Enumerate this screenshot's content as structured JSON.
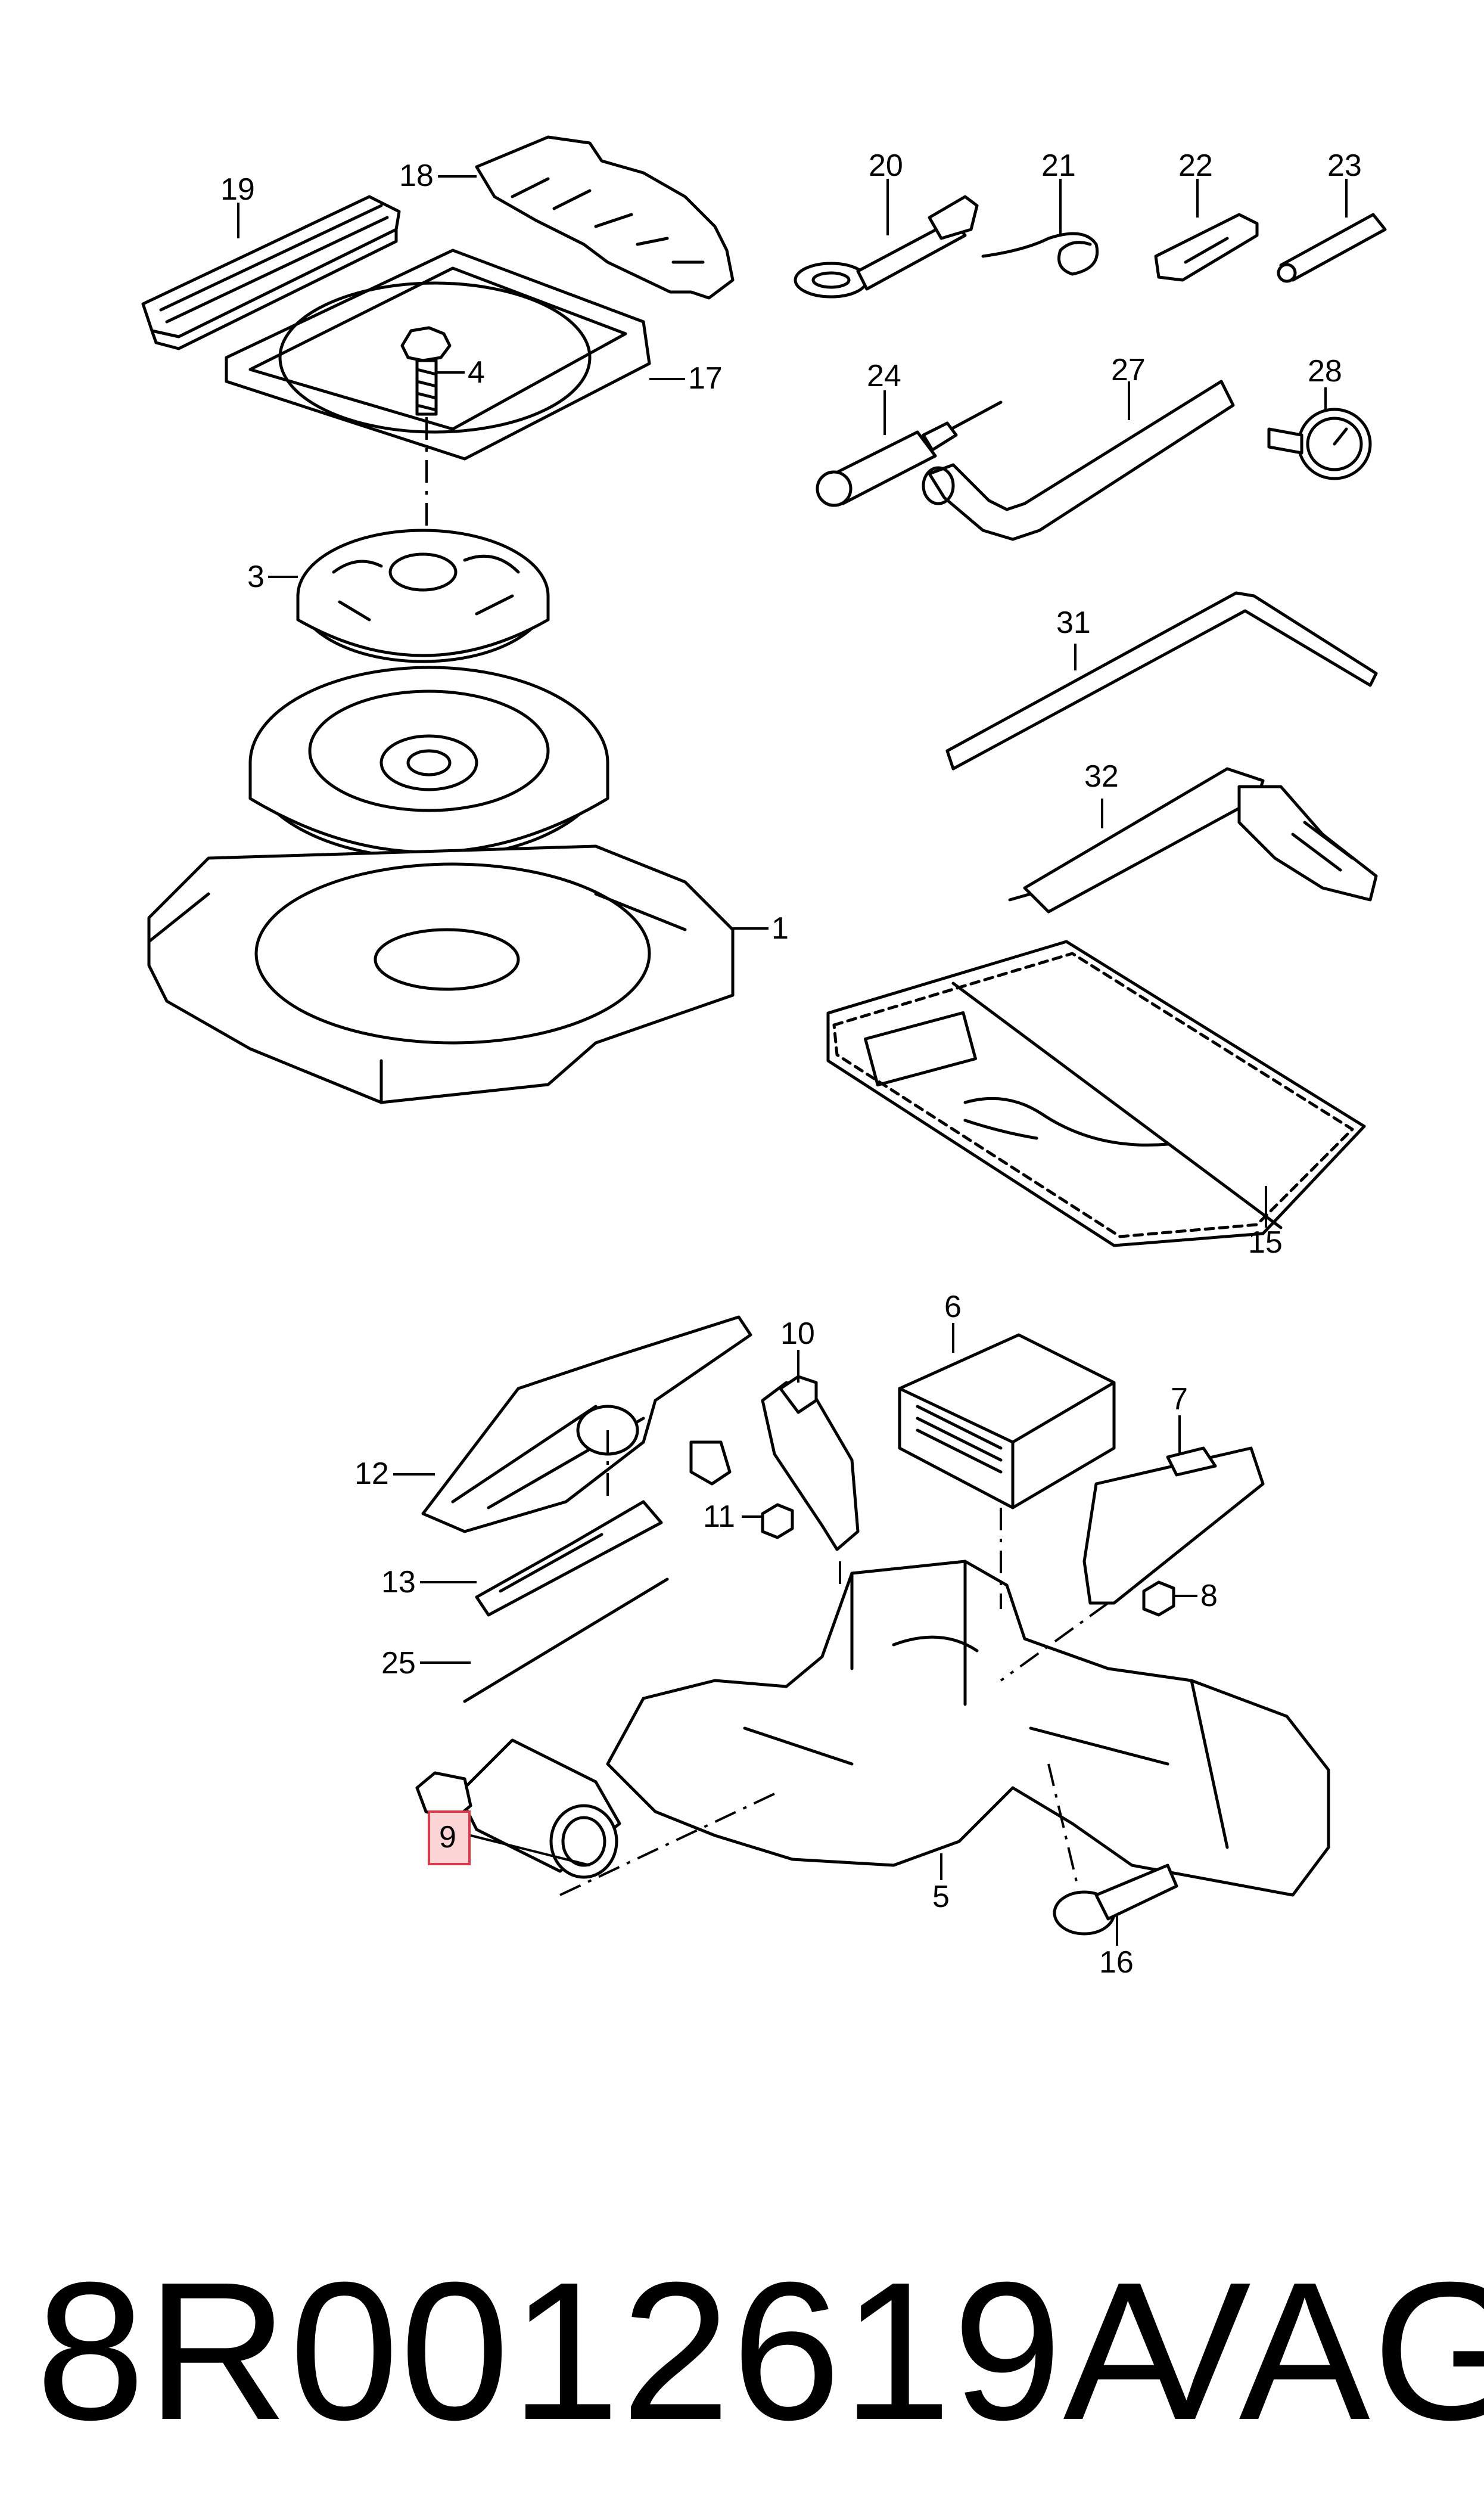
{
  "footer": {
    "part_number": "8R0012619A",
    "brand": "VAG"
  },
  "callouts": [
    {
      "id": "19",
      "label": "19"
    },
    {
      "id": "18",
      "label": "18"
    },
    {
      "id": "4",
      "label": "4"
    },
    {
      "id": "17",
      "label": "17"
    },
    {
      "id": "3",
      "label": "3"
    },
    {
      "id": "1",
      "label": "1"
    },
    {
      "id": "20",
      "label": "20"
    },
    {
      "id": "21",
      "label": "21"
    },
    {
      "id": "22",
      "label": "22"
    },
    {
      "id": "23",
      "label": "23"
    },
    {
      "id": "24",
      "label": "24"
    },
    {
      "id": "27",
      "label": "27"
    },
    {
      "id": "28",
      "label": "28"
    },
    {
      "id": "31",
      "label": "31"
    },
    {
      "id": "32",
      "label": "32"
    },
    {
      "id": "15",
      "label": "15"
    },
    {
      "id": "10",
      "label": "10"
    },
    {
      "id": "6",
      "label": "6"
    },
    {
      "id": "7",
      "label": "7"
    },
    {
      "id": "12",
      "label": "12"
    },
    {
      "id": "11",
      "label": "11"
    },
    {
      "id": "8",
      "label": "8"
    },
    {
      "id": "13",
      "label": "13"
    },
    {
      "id": "25",
      "label": "25"
    },
    {
      "id": "9",
      "label": "9"
    },
    {
      "id": "5",
      "label": "5"
    },
    {
      "id": "16",
      "label": "16"
    }
  ],
  "highlighted_callout": "9"
}
